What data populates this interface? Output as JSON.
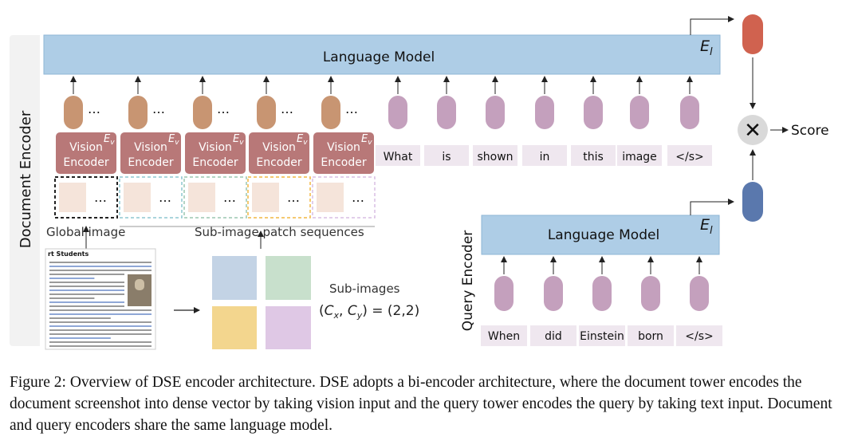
{
  "colors": {
    "lm_bar": "#aecde6",
    "lm_bar_stroke": "#8fb6d6",
    "vision_encoder": "#b87878",
    "doc_token": "#c89572",
    "text_token": "#c4a0bd",
    "token_label_bg": "#efe7ef",
    "patch_fill": "#f5e4da",
    "score_top": "#d0624f",
    "score_bottom": "#5a78ad",
    "multiply_circle": "#d9d9d9",
    "panel_bg": "#f2f2f2",
    "subimage_blue": "#c3d3e5",
    "subimage_green": "#c8e0cc",
    "subimage_yellow": "#f3d68e",
    "subimage_purple": "#dfc8e5",
    "patch_borders": [
      "#222222",
      "#8ec7d0",
      "#9bc7b0",
      "#f2b742",
      "#d9bde3"
    ]
  },
  "document_encoder": {
    "label": "Document Encoder",
    "lm_label": "Language Model",
    "lm_symbol": "E",
    "lm_subscript": "l",
    "vision_encoder_lines": [
      "Vision",
      "Encoder"
    ],
    "vision_symbol": "E",
    "vision_subscript": "v",
    "vision_encoder_count": 5,
    "ellipsis": "…",
    "prompt_tokens": [
      "What",
      "is",
      "shown",
      "in",
      "this",
      "image",
      "</s>"
    ],
    "global_image_label": "Global image",
    "subimage_patch_label": "Sub-image patch sequences",
    "subimages_label": "Sub-images",
    "subimages_formula": {
      "lhs_c": "C",
      "sub_x": "x",
      "sub_y": "y",
      "value": "= (2,2)"
    }
  },
  "screenshot": {
    "title": "rt Students",
    "lines": 22
  },
  "query_encoder": {
    "label": "Query Encoder",
    "lm_label": "Language Model",
    "lm_symbol": "E",
    "lm_subscript": "l",
    "tokens": [
      "When",
      "did",
      "Einstein",
      "born",
      "</s>"
    ]
  },
  "score": {
    "operator": "✕",
    "label": "Score"
  },
  "caption": "Figure 2: Overview of DSE encoder architecture. DSE adopts a bi-encoder architecture, where the document tower encodes the document screenshot into dense vector by taking vision input and the query tower encodes the query by taking text input. Document and query encoders share the same language model."
}
